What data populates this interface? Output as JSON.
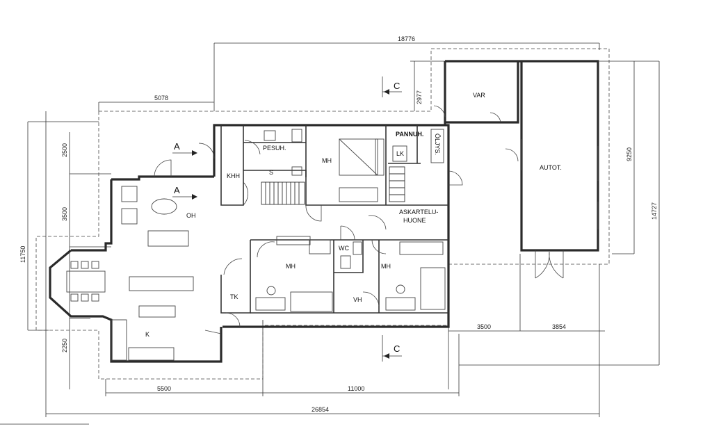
{
  "rooms": {
    "var": "VAR",
    "autot": "AUTOT.",
    "pannuh": "PANNUH.",
    "olys": "ÖLJYS.",
    "lk": "LK",
    "pesuh": "PESUH.",
    "s": "S",
    "khh": "KHH",
    "mh_top": "MH",
    "oh": "OH",
    "askartelu_1": "ASKARTELU-",
    "askartelu_2": "HUONE",
    "wc": "WC",
    "mh_mid": "MH",
    "mh_right": "MH",
    "tk": "TK",
    "vh": "VH",
    "k": "K"
  },
  "sections": {
    "a_top": "A",
    "a_bottom": "A",
    "c_top": "C",
    "c_bottom": "C"
  },
  "dimensions": {
    "d18776": "18776",
    "d5078": "5078",
    "d2977": "2977",
    "d2500": "2500",
    "d3500": "3500",
    "d11750": "11750",
    "d2250": "2250",
    "d9250": "9250",
    "d14727": "14727",
    "d3500_right": "3500",
    "d3854": "3854",
    "d5500": "5500",
    "d11000": "11000",
    "d26854": "26854"
  }
}
